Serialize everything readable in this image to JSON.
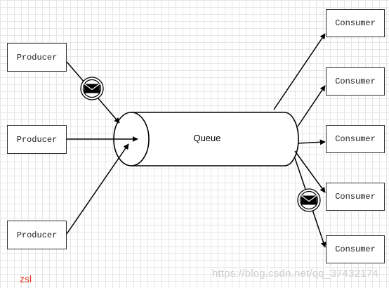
{
  "producers": [
    "Producer",
    "Producer",
    "Producer"
  ],
  "queue_label": "Queue",
  "consumers": [
    "Consumer",
    "Consumer",
    "Consumer",
    "Consumer",
    "Consumer"
  ],
  "message_icon": "envelope-icon",
  "author": "zsl",
  "watermark": "https://blog.csdn.net/qq_37432174",
  "colors": {
    "stroke": "#000000",
    "author": "#e8341c",
    "grid": "#e6e6e6"
  }
}
